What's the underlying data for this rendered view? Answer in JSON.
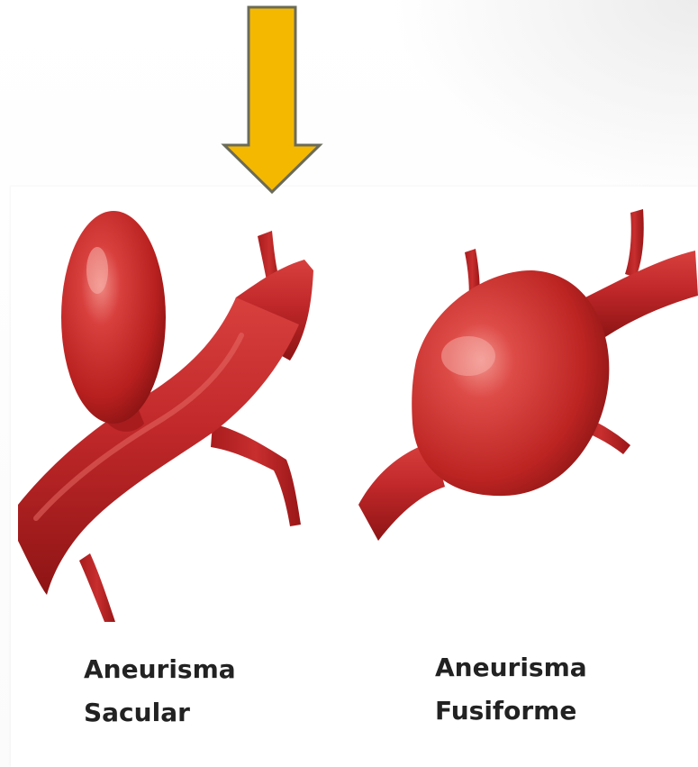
{
  "colors": {
    "arrow_fill": "#F5B800",
    "arrow_stroke": "#6B6B5A",
    "vessel_dark": "#8E1414",
    "vessel_mid": "#C0282A",
    "vessel_light": "#E25A56",
    "label_text": "#222222"
  },
  "arrow": {
    "icon": "down-arrow-icon"
  },
  "labels": {
    "saccular": {
      "line1": "Aneurisma",
      "line2": "Sacular"
    },
    "fusiform": {
      "line1": "Aneurisma",
      "line2": "Fusiforme"
    }
  }
}
